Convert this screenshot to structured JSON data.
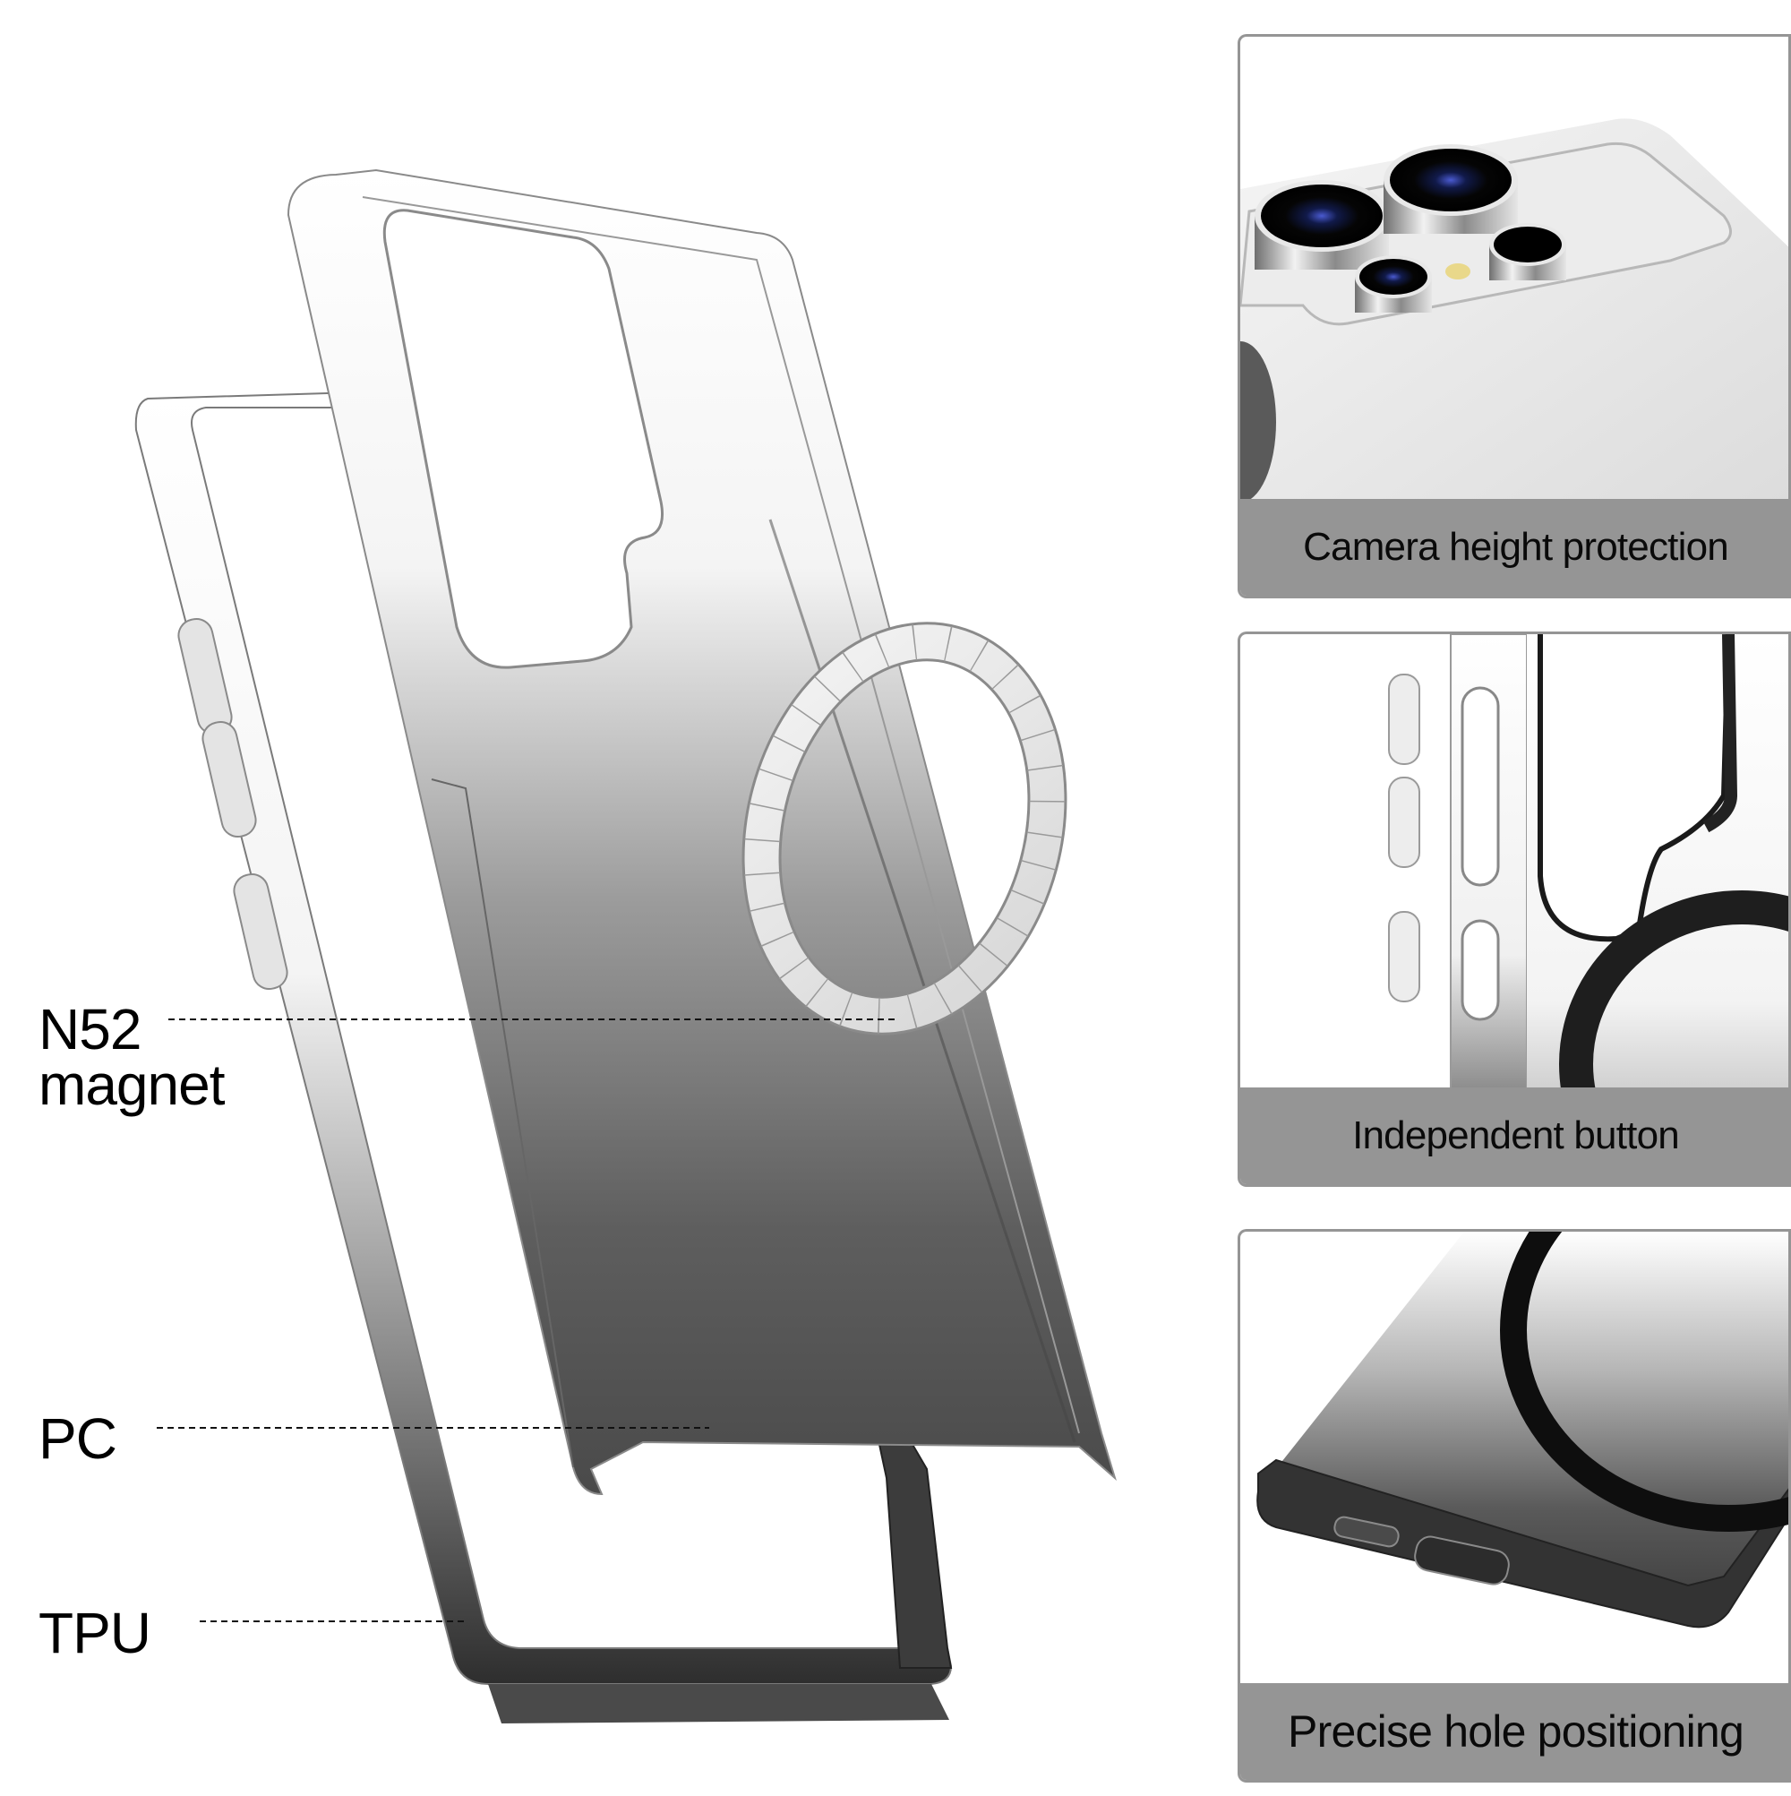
{
  "callouts": [
    {
      "id": "n52",
      "line1": "N52",
      "line2": "magnet"
    },
    {
      "id": "pc",
      "line1": "PC"
    },
    {
      "id": "tpu",
      "line1": "TPU"
    }
  ],
  "feature_panels": [
    {
      "id": "camera",
      "caption": "Camera height protection",
      "icon": "camera-lens-icon"
    },
    {
      "id": "buttons",
      "caption": "Independent button",
      "icon": "side-button-icon"
    },
    {
      "id": "ports",
      "caption": "Precise hole positioning",
      "icon": "port-cutout-icon"
    }
  ],
  "colors": {
    "caption_bar": "#959595",
    "panel_border": "#959595",
    "text": "#0a0a0a",
    "gradient_top": "#ffffff",
    "gradient_bottom": "#3a3a3a",
    "magnet_ring": "#e6e6e6"
  }
}
